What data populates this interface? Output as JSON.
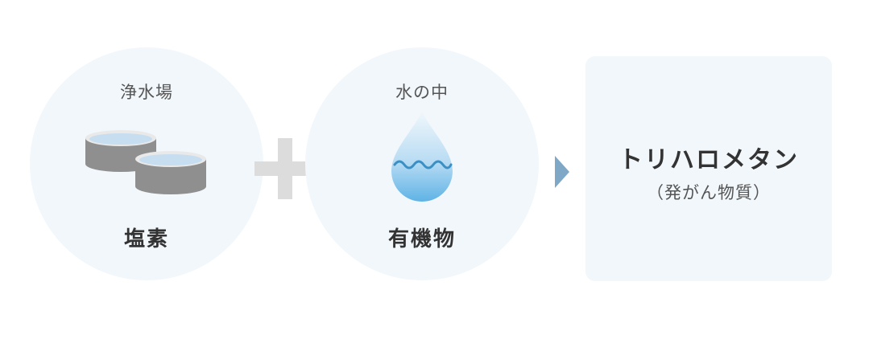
{
  "left_item": {
    "top_label": "浄水場",
    "bottom_label": "塩素",
    "icon": "water-tanks-icon"
  },
  "operator": {
    "icon": "plus-icon"
  },
  "middle_item": {
    "top_label": "水の中",
    "bottom_label": "有機物",
    "icon": "water-drop-icon"
  },
  "arrow": {
    "icon": "arrow-right-icon"
  },
  "result": {
    "title": "トリハロメタン",
    "subtitle": "（発がん物質）"
  },
  "colors": {
    "circle_bg": "#f1f7fb",
    "plus": "#dcdcdc",
    "arrow": "#7fa8c7",
    "tank": "#8f8f8f",
    "water_surface": "#c7ddf0",
    "drop_top": "#f0f7fc",
    "drop_bottom": "#5fb3e6"
  }
}
